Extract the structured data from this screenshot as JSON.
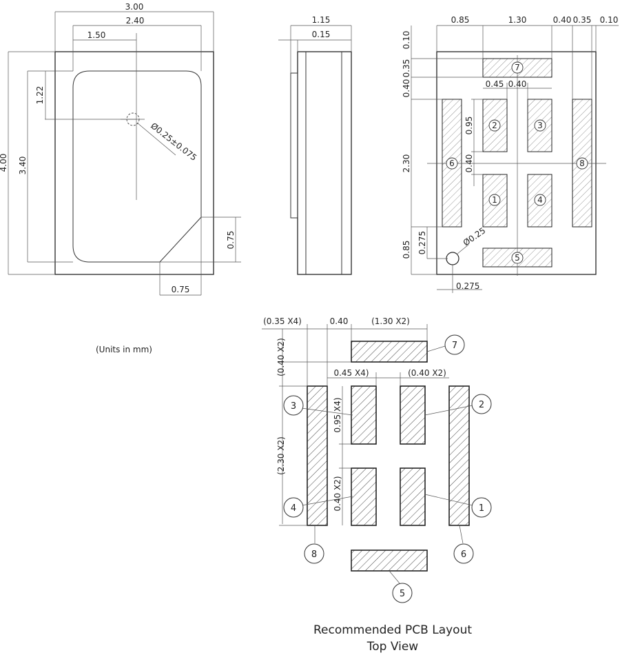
{
  "top_view": {
    "dims": [
      "3.00",
      "2.40",
      "1.50",
      "1.22",
      "4.00",
      "3.40",
      "0.75",
      "0.75"
    ],
    "hole_label": "Ø0.25±0.075"
  },
  "side_view": {
    "dims": [
      "1.15",
      "0.15"
    ]
  },
  "bottom_view": {
    "dims_top": [
      "0.85",
      "1.30",
      "0.40",
      "0.35",
      "0.10"
    ],
    "dims_left": [
      "0.10",
      "0.35",
      "0.40",
      "2.30",
      "0.85",
      "0.275"
    ],
    "dims_inner": [
      "0.45",
      "0.40",
      "0.95",
      "0.40"
    ],
    "dim_bottom": "0.275",
    "hole_label": "Ø0.25",
    "pin_numbers": [
      "7",
      "2",
      "3",
      "6",
      "8",
      "1",
      "4",
      "5"
    ]
  },
  "units_note": "(Units in mm)",
  "pcb_layout": {
    "dims": [
      "(0.35 X4)",
      "0.40",
      "(1.30 X2)",
      "(0.40 X2)",
      "0.45 X4)",
      "(0.40 X2)",
      "0.95 X4)",
      "(2.30 X2)",
      "0.40 X2)"
    ],
    "callouts": [
      "7",
      "3",
      "2",
      "4",
      "1",
      "8",
      "6",
      "5"
    ],
    "caption_line1": "Recommended PCB Layout",
    "caption_line2": "Top View"
  }
}
